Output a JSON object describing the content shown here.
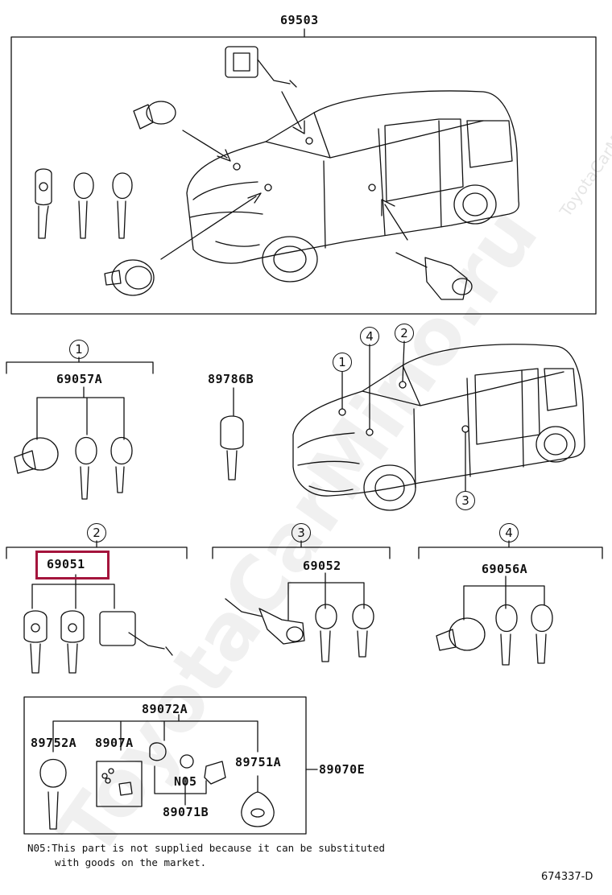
{
  "top": {
    "part_number": "69503"
  },
  "group1": {
    "index": "1",
    "part_number": "69057A"
  },
  "group2": {
    "index": "2",
    "part_number": "69051"
  },
  "group3": {
    "index": "3",
    "part_number": "69052"
  },
  "group4": {
    "index": "4",
    "part_number": "69056A"
  },
  "key_single": {
    "part_number": "89786B"
  },
  "vehicle_callouts": [
    "1",
    "2",
    "3",
    "4"
  ],
  "keyset": {
    "assembly": "89072A",
    "key": "89752A",
    "transponder": "8907A",
    "n05": "N05",
    "remote": "89751A",
    "sub": "89071B",
    "overall": "89070E"
  },
  "note_line1": "N05:This part is not supplied because it can be substituted",
  "note_line2": "with goods on the market.",
  "figure_id": "674337-D",
  "watermark": "ToyotaCarMino.ru",
  "watermark_small": "ToyotaCarMino.ru"
}
